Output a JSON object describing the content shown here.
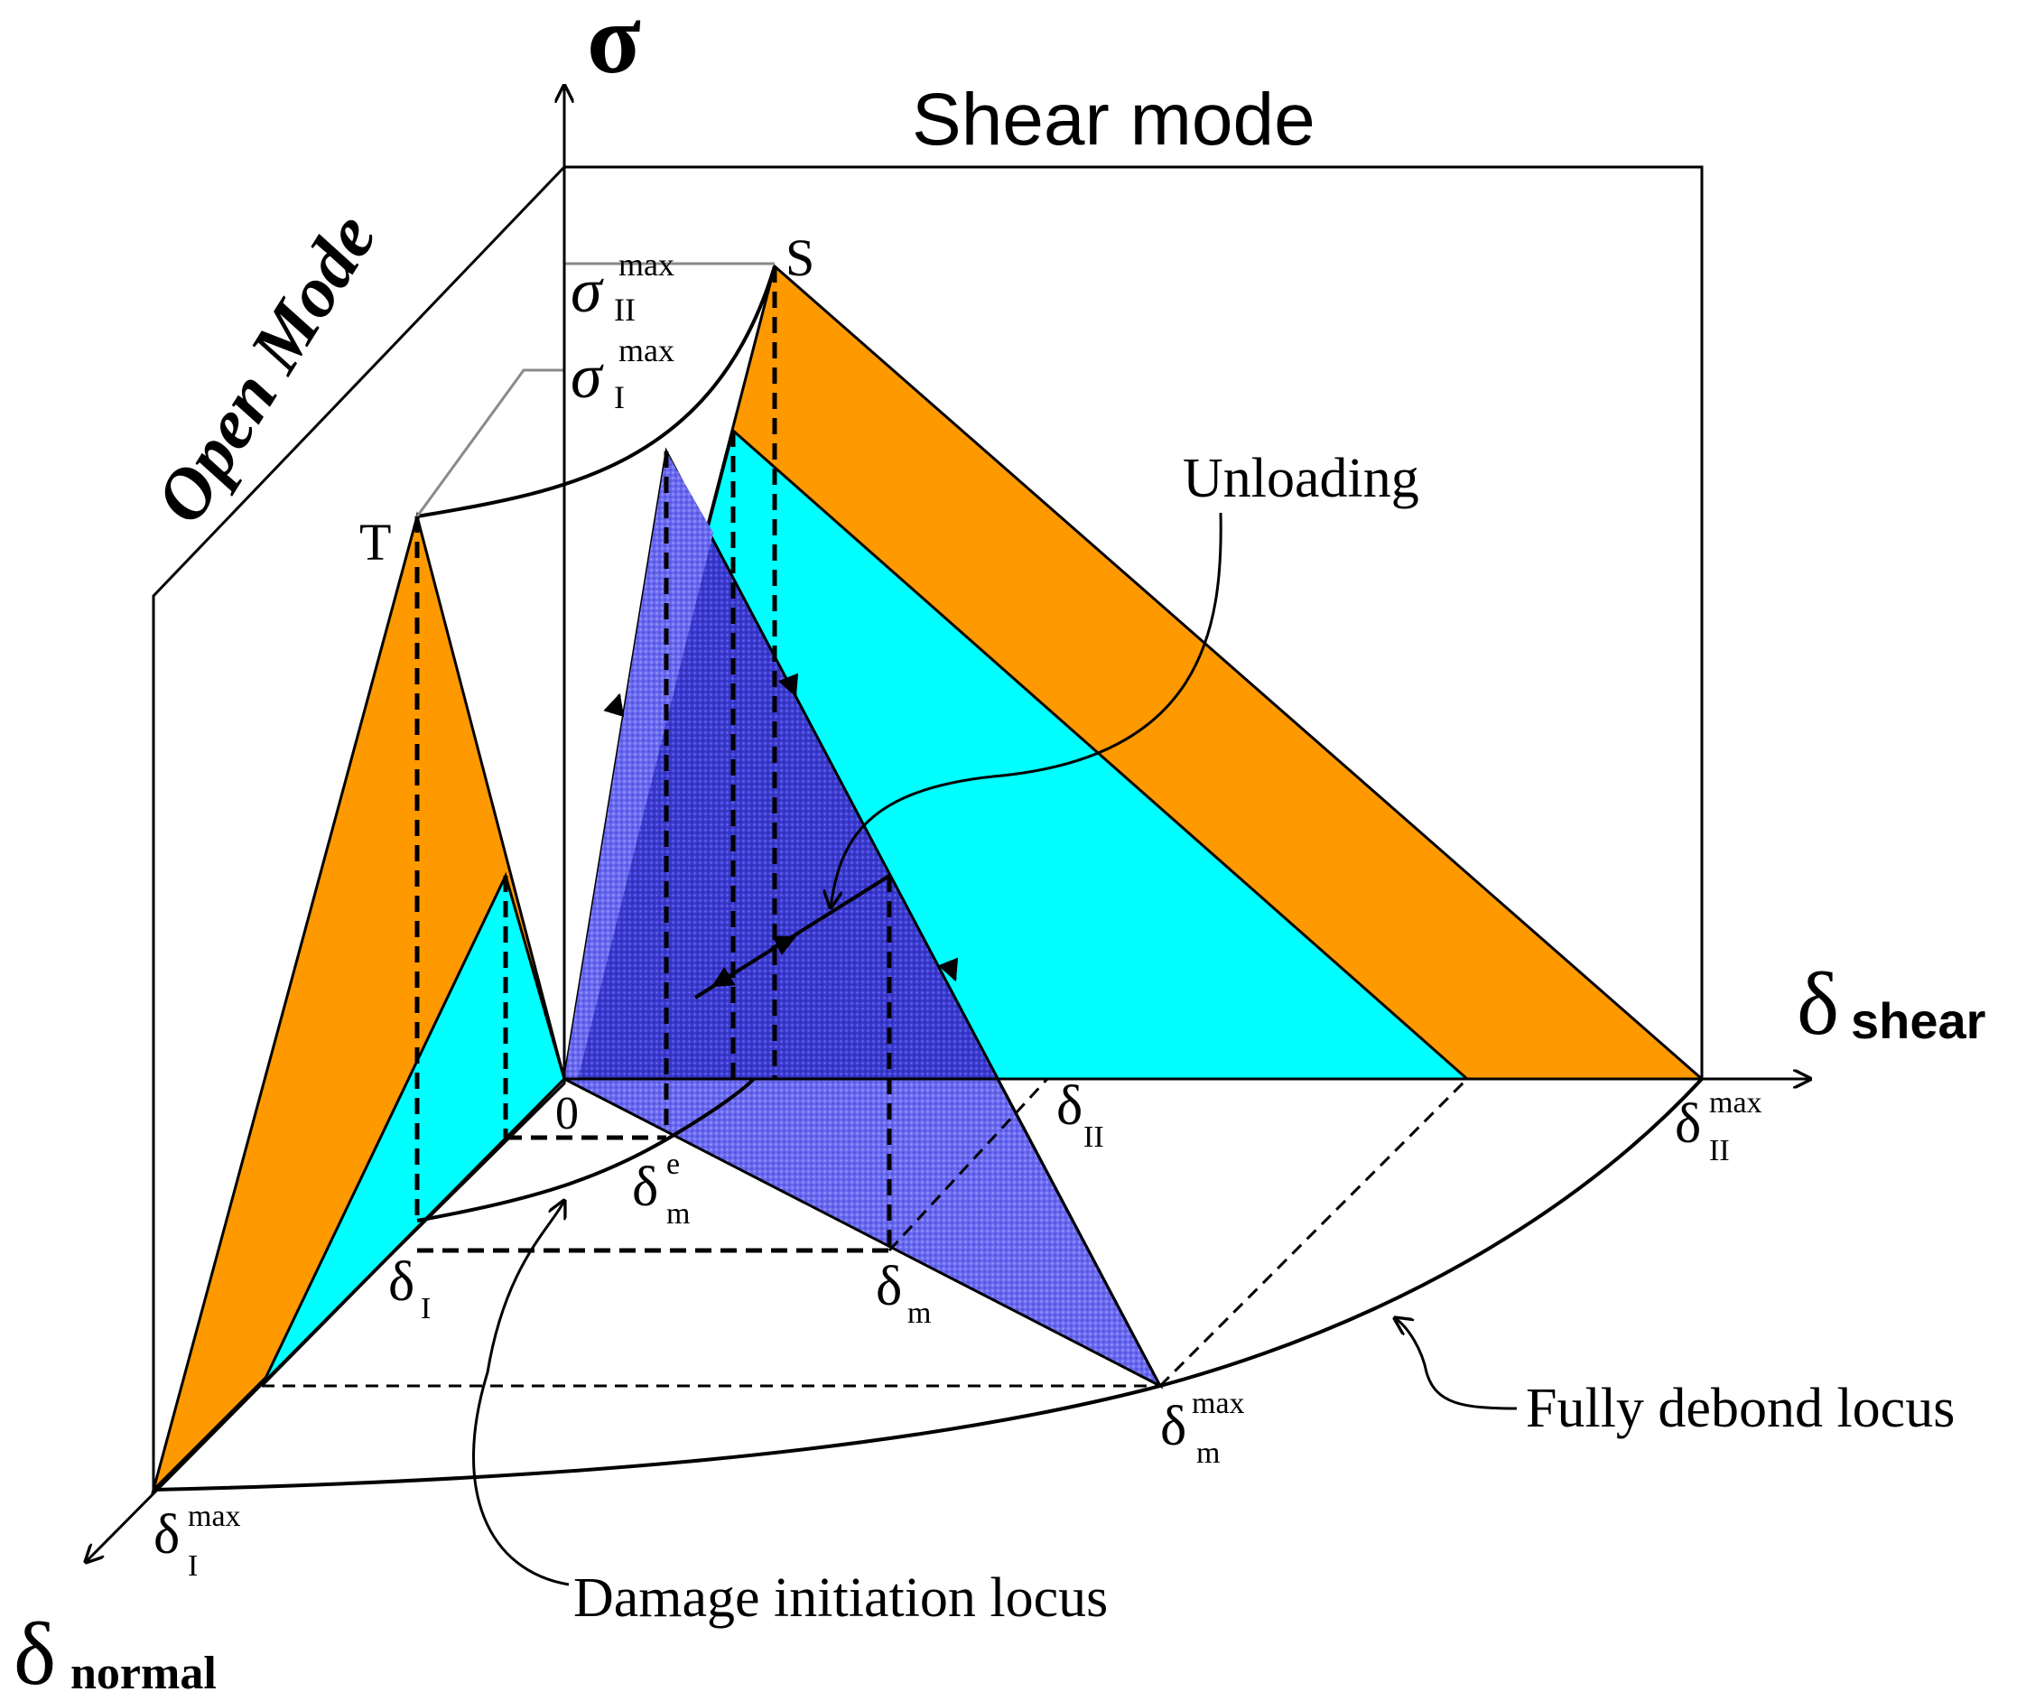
{
  "title": "Shear mode",
  "side_label": "Open Mode",
  "axes": {
    "sigma": "σ",
    "shear": {
      "main": "δ",
      "sub": "shear"
    },
    "normal": {
      "main": "δ",
      "sub": "normal"
    }
  },
  "points": {
    "T": "T",
    "S": "S",
    "origin": "0"
  },
  "labels": {
    "sigma_II_max": {
      "main": "σ",
      "sub": "II",
      "sup": "max"
    },
    "sigma_I_max": {
      "main": "σ",
      "sub": "I",
      "sup": "max"
    },
    "delta_II": {
      "main": "δ",
      "sub": "II"
    },
    "delta_II_max": {
      "main": "δ",
      "sub": "II",
      "sup": "max"
    },
    "delta_m_e": {
      "main": "δ",
      "sub": "m",
      "sup": "e"
    },
    "delta_I": {
      "main": "δ",
      "sub": "I"
    },
    "delta_m": {
      "main": "δ",
      "sub": "m"
    },
    "delta_m_max": {
      "main": "δ",
      "sub": "m",
      "sup": "max"
    },
    "delta_I_max": {
      "main": "δ",
      "sub": "I",
      "sup": "max"
    }
  },
  "annotations": {
    "unloading": "Unloading",
    "fully_debond": "Fully debond locus",
    "damage_initiation": "Damage initiation locus"
  },
  "colors": {
    "orange": "#ff9900",
    "cyan": "#00ffff",
    "blue": "#6a6af0",
    "blue_dark": "#4040d8"
  }
}
